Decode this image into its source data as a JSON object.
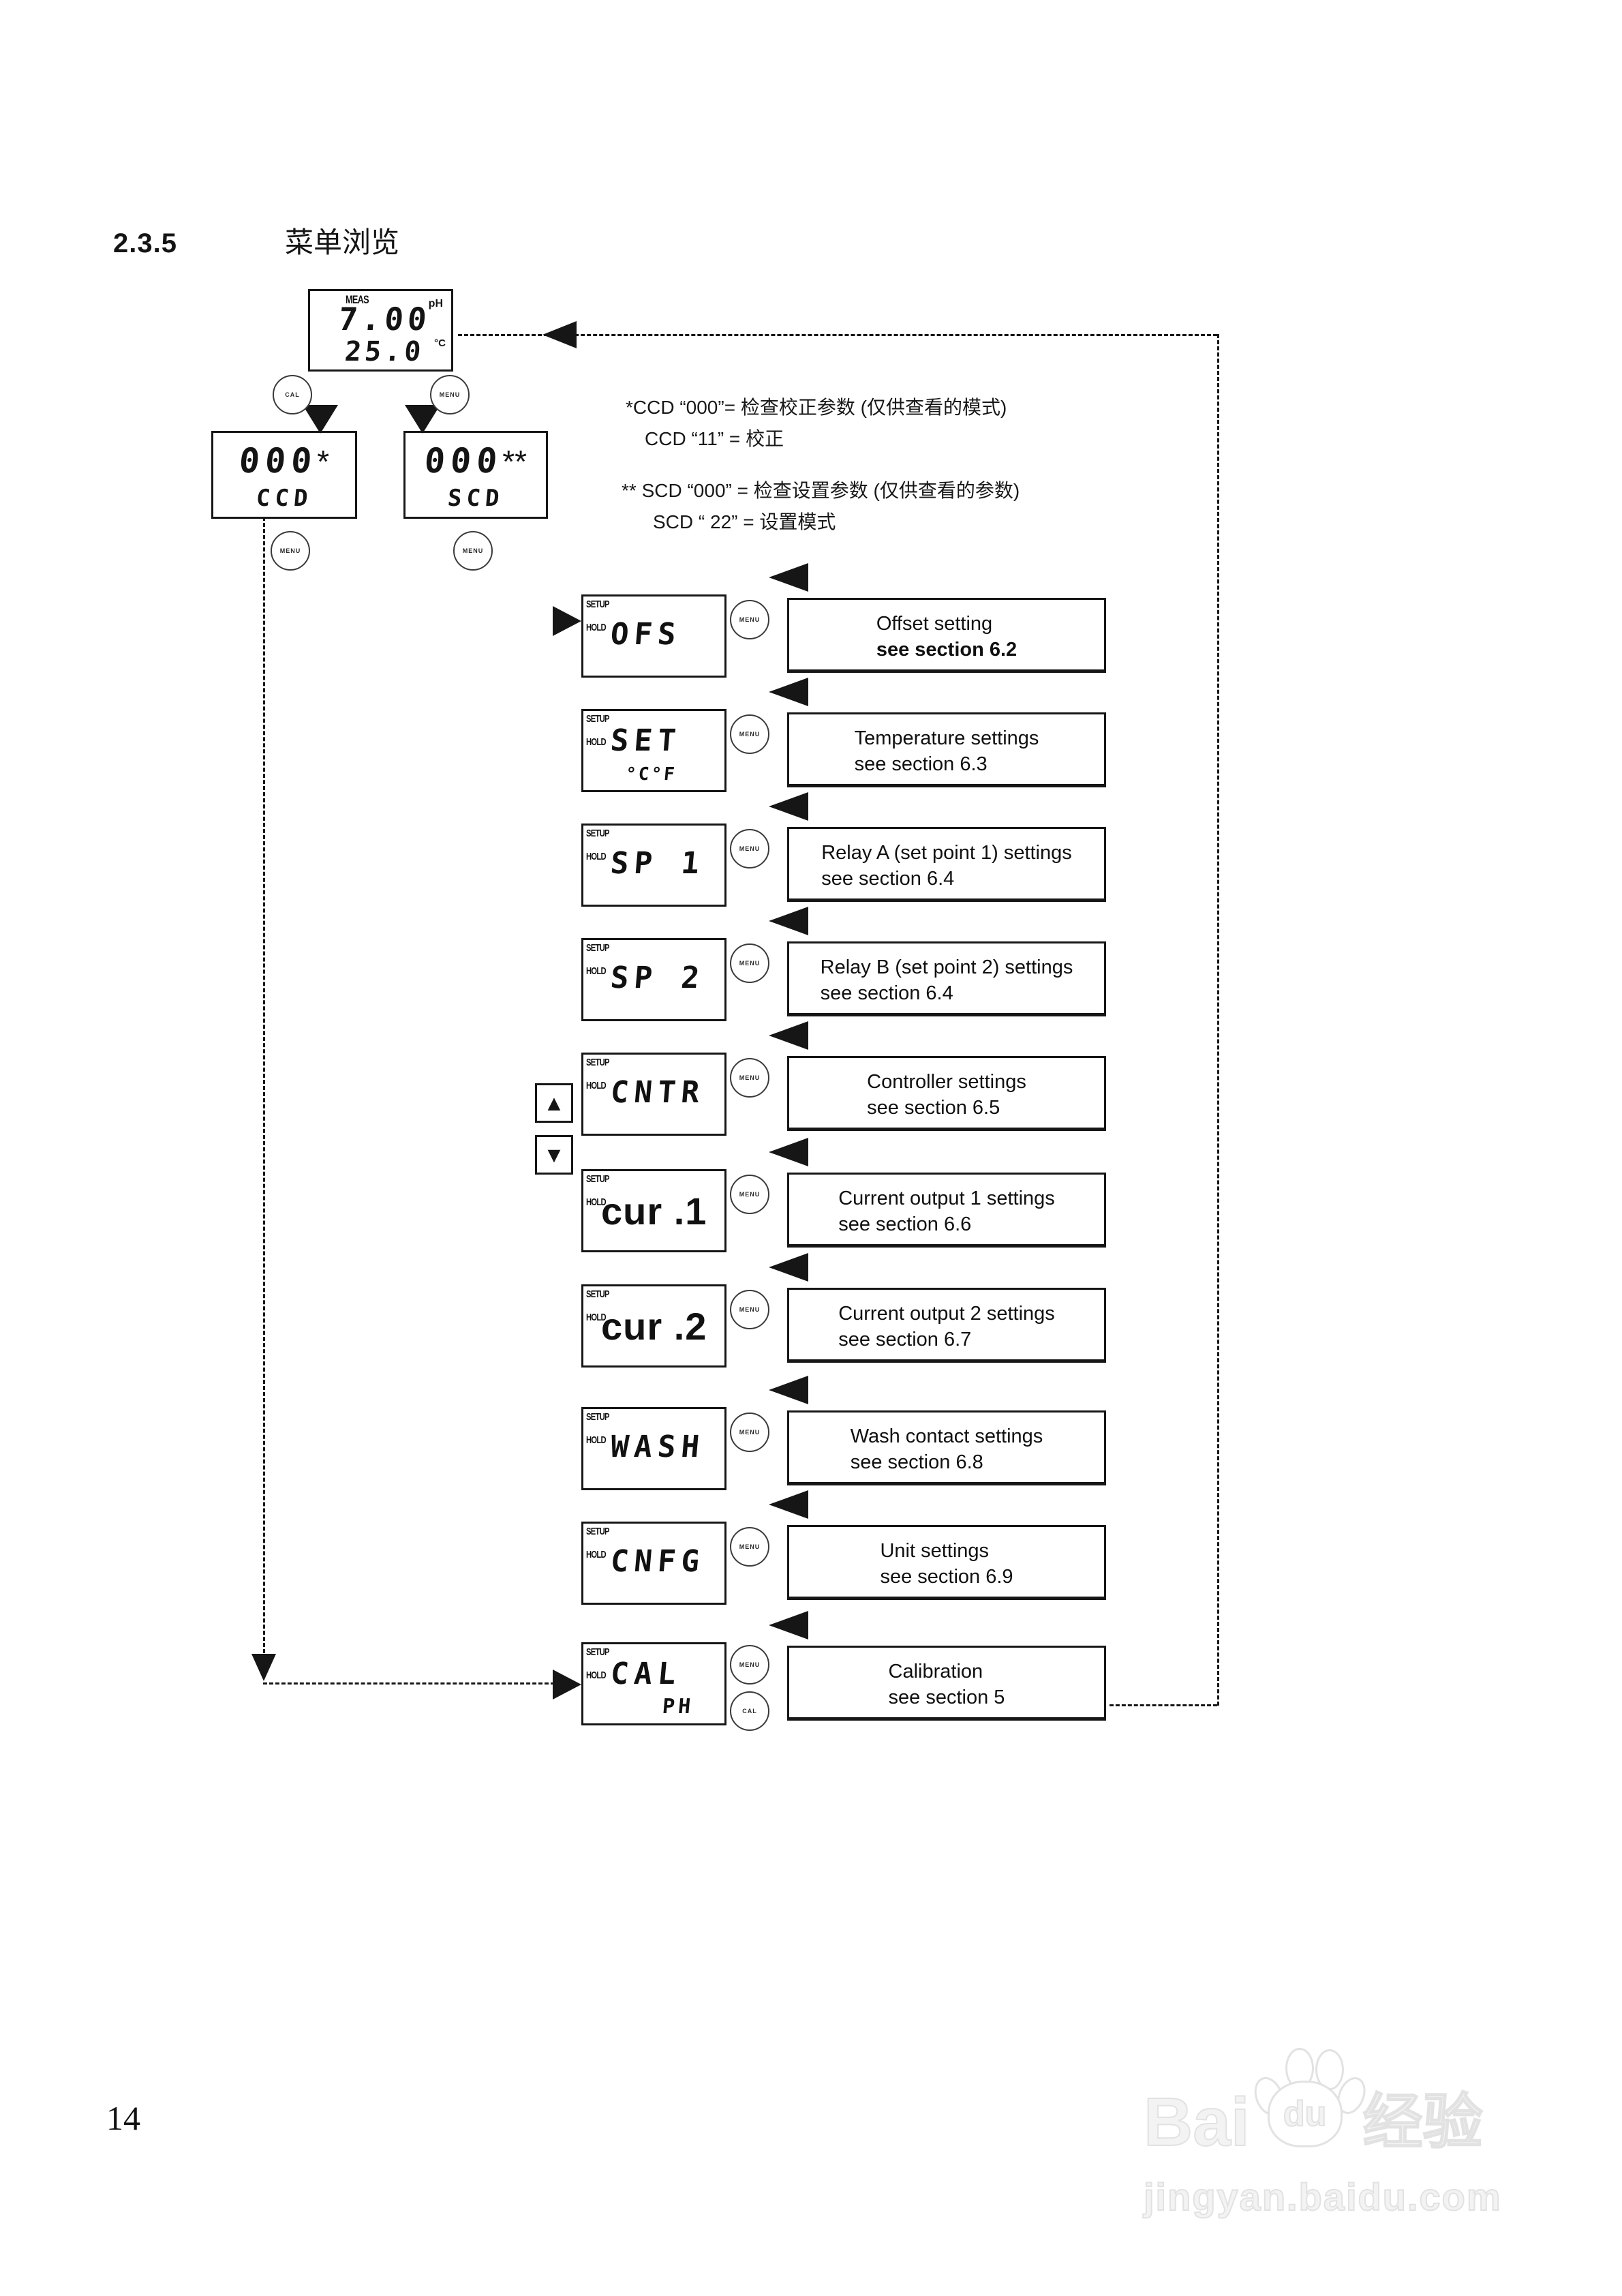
{
  "page": {
    "section_number": "2.3.5",
    "section_title": "菜单浏览",
    "page_number": "14"
  },
  "device_display": {
    "mode_label": "MEAS",
    "ph_value": "7.00",
    "ph_unit": "pH",
    "temp_value": "25.0",
    "temp_unit": "°C"
  },
  "buttons": {
    "cal": "CAL",
    "menu": "MENU",
    "up": "▲",
    "down": "▼"
  },
  "lcd_flags": {
    "setup": "SETUP",
    "hold": "HOLD"
  },
  "mode_boxes": {
    "ccd": {
      "digits": "000",
      "mark": "*",
      "label": "CCD"
    },
    "scd": {
      "digits": "000",
      "mark": "**",
      "label": "SCD"
    }
  },
  "annotations": {
    "ccd_line1": "*CCD “000”= 检查校正参数 (仅供查看的模式)",
    "ccd_line2": "CCD “11” = 校正",
    "scd_line1": "** SCD “000” = 检查设置参数 (仅供查看的参数)",
    "scd_line2": "SCD “ 22” = 设置模式"
  },
  "menu_rows": [
    {
      "display": "OFS",
      "display_line2": "",
      "style": "seg",
      "desc_line1": "Offset setting",
      "desc_line2": "see section 6.2",
      "desc_line2_bold": true
    },
    {
      "display": "SET",
      "display_line2": "°C°F",
      "style": "seg",
      "desc_line1": "Temperature settings",
      "desc_line2": "see section 6.3",
      "desc_line2_bold": false
    },
    {
      "display": "SP 1",
      "display_line2": "",
      "style": "seg",
      "desc_line1": "Relay A (set point 1) settings",
      "desc_line2": "see section 6.4",
      "desc_line2_bold": false
    },
    {
      "display": "SP 2",
      "display_line2": "",
      "style": "seg",
      "desc_line1": "Relay B (set point 2) settings",
      "desc_line2": "see section 6.4",
      "desc_line2_bold": false
    },
    {
      "display": "CNTR",
      "display_line2": "",
      "style": "seg",
      "desc_line1": "Controller settings",
      "desc_line2": "see section 6.5",
      "desc_line2_bold": false
    },
    {
      "display": "cur .1",
      "display_line2": "",
      "style": "plain",
      "desc_line1": "Current output 1 settings",
      "desc_line2": "see section 6.6",
      "desc_line2_bold": false
    },
    {
      "display": "cur .2",
      "display_line2": "",
      "style": "plain",
      "desc_line1": "Current output 2 settings",
      "desc_line2": "see section 6.7",
      "desc_line2_bold": false
    },
    {
      "display": "WASH",
      "display_line2": "",
      "style": "seg",
      "desc_line1": "Wash contact settings",
      "desc_line2": "see section 6.8",
      "desc_line2_bold": false
    },
    {
      "display": "CNFG",
      "display_line2": "",
      "style": "seg",
      "desc_line1": "Unit settings",
      "desc_line2": "see section 6.9",
      "desc_line2_bold": false
    },
    {
      "display": "CAL",
      "display_line2": "PH",
      "style": "seg",
      "desc_line1": "Calibration",
      "desc_line2": "see section 5",
      "desc_line2_bold": false,
      "has_cal_button": true
    }
  ],
  "watermark": {
    "brand_prefix": "Bai",
    "paw_text": "du",
    "brand_suffix": "经验",
    "url": "jingyan.baidu.com"
  }
}
